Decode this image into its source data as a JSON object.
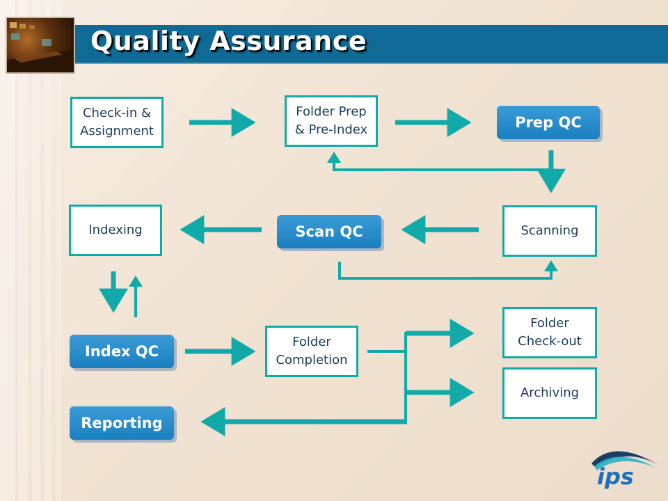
{
  "title": "Quality Assurance",
  "nodes": {
    "checkin": "Check-in & Assignment",
    "folder_prep": "Folder Prep & Pre-Index",
    "prep_qc": "Prep QC",
    "scanning": "Scanning",
    "scan_qc": "Scan QC",
    "indexing": "Indexing",
    "index_qc": "Index QC",
    "folder_completion": "Folder Completion",
    "folder_checkout": "Folder Check-out",
    "archiving": "Archiving",
    "reporting": "Reporting"
  },
  "logo_text": "ips",
  "colors": {
    "arrow": "#12aaa8",
    "box_border": "#12aaa8",
    "qc_fill": "#1e86c7",
    "title_bar": "#0f6a96"
  }
}
